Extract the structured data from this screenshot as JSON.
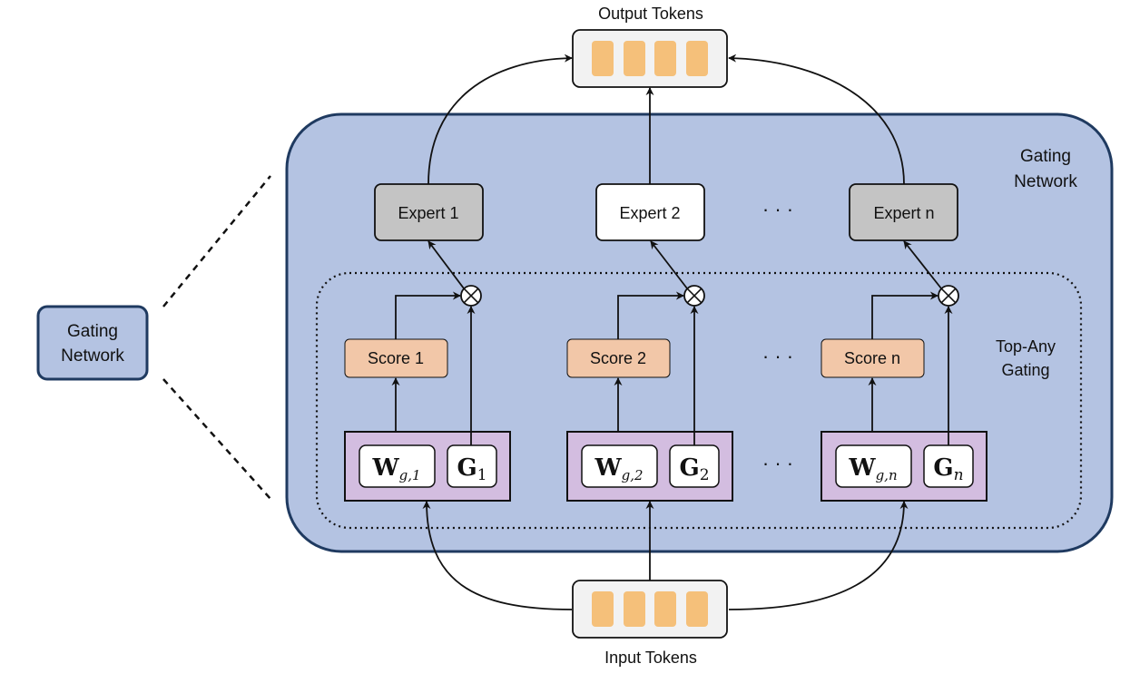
{
  "output_tokens": {
    "label": "Output Tokens",
    "token_count": 4
  },
  "input_tokens": {
    "label": "Input Tokens",
    "token_count": 4
  },
  "gating_network_box": {
    "line1": "Gating",
    "line2": "Network"
  },
  "gating_network_panel": {
    "line1": "Gating",
    "line2": "Network"
  },
  "top_any_gating": {
    "line1": "Top-Any",
    "line2": "Gating"
  },
  "ellipsis": "· · ·",
  "experts": [
    {
      "label": "Expert 1",
      "fill": "#c4c4c4"
    },
    {
      "label": "Expert 2",
      "fill": "#ffffff"
    },
    {
      "label": "Expert n",
      "fill": "#c4c4c4"
    }
  ],
  "scores": [
    {
      "label": "Score 1"
    },
    {
      "label": "Score 2"
    },
    {
      "label": "Score n"
    }
  ],
  "weights": [
    {
      "w_main": "W",
      "w_sub": "g,1",
      "g_main": "G",
      "g_sub": "1",
      "g_sub_italic": false
    },
    {
      "w_main": "W",
      "w_sub": "g,2",
      "g_main": "G",
      "g_sub": "2",
      "g_sub_italic": false
    },
    {
      "w_main": "W",
      "w_sub": "g,n",
      "g_main": "G",
      "g_sub": "n",
      "g_sub_italic": true
    }
  ],
  "multiply_symbol": "⊗",
  "colors": {
    "panel_fill": "#b4c3e2",
    "panel_stroke": "#1f3a60",
    "token_fill": "#f5c07a",
    "token_box_fill": "#f2f2f2",
    "score_fill": "#f2c7a8",
    "weight_fill": "#d3bde0",
    "gating_box_fill": "#b4c3e2"
  }
}
